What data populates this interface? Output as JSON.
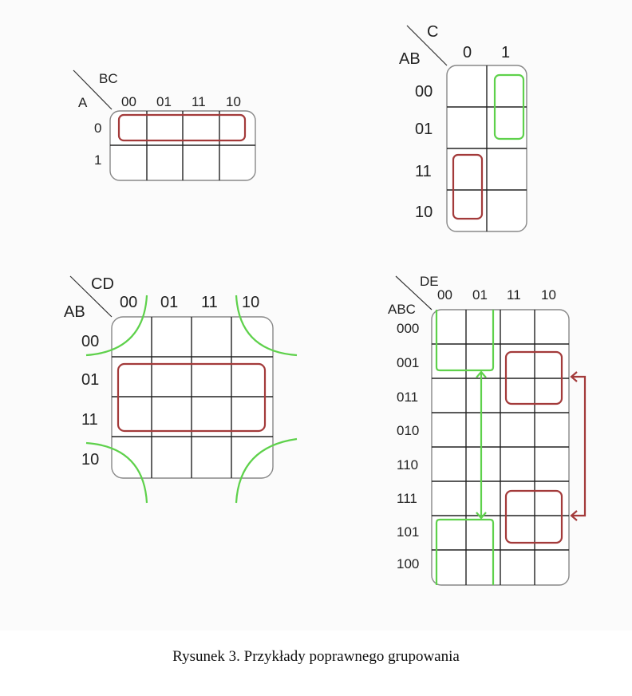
{
  "colors": {
    "red_group": "#a33a3a",
    "green_group": "#5ed14b"
  },
  "map_a": {
    "row_var": "A",
    "col_var": "BC",
    "col_labels": [
      "00",
      "01",
      "11",
      "10"
    ],
    "row_labels": [
      "0",
      "1"
    ]
  },
  "map_b": {
    "row_var": "AB",
    "col_var": "C",
    "col_labels": [
      "0",
      "1"
    ],
    "row_labels": [
      "00",
      "01",
      "11",
      "10"
    ]
  },
  "map_c": {
    "row_var": "AB",
    "col_var": "CD",
    "col_labels": [
      "00",
      "01",
      "11",
      "10"
    ],
    "row_labels": [
      "00",
      "01",
      "11",
      "10"
    ]
  },
  "map_d": {
    "row_var": "ABC",
    "col_var": "DE",
    "col_labels": [
      "00",
      "01",
      "11",
      "10"
    ],
    "row_labels": [
      "000",
      "001",
      "011",
      "010",
      "110",
      "111",
      "101",
      "100"
    ]
  },
  "caption": "Rysunek 3. Przykłady poprawnego grupowania"
}
